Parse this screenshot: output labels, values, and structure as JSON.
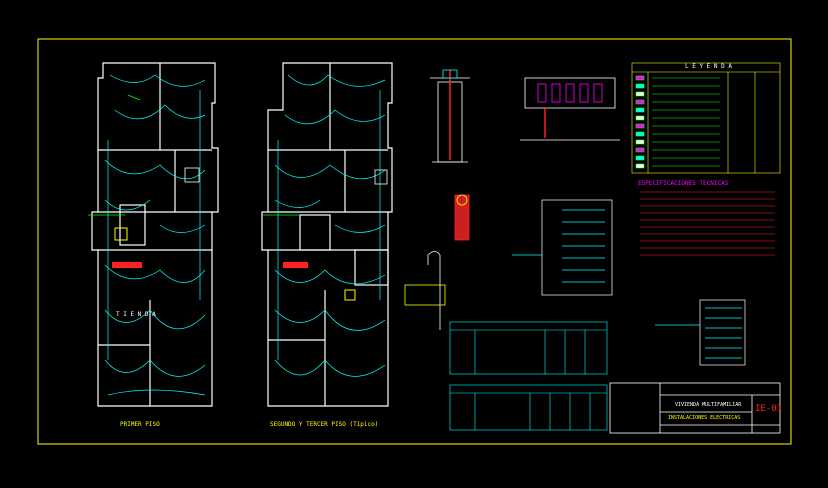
{
  "sheet": {
    "background": "#000000",
    "frame_color": "#ffff00",
    "colors": {
      "wall": "#ffffff",
      "circuit": "#00ffff",
      "title": "#ffff00",
      "notes": "#ff2020",
      "accent": "#ff00ff",
      "ground": "#00ff00"
    }
  },
  "plans": {
    "first_floor_title": "PRIMER PISO",
    "second_floor_title": "SEGUNDO Y TERCER PISO (Típico)",
    "tienda_label": "T I E N D A"
  },
  "legend": {
    "title": "L E Y E N D A"
  },
  "notes": {
    "title": "ESPECIFICACIONES TECNICAS"
  },
  "title_block": {
    "project": "VIVIENDA MULTIFAMILIAR",
    "discipline": "INSTALACIONES ELECTRICAS",
    "sheet_code": "IE-01"
  }
}
